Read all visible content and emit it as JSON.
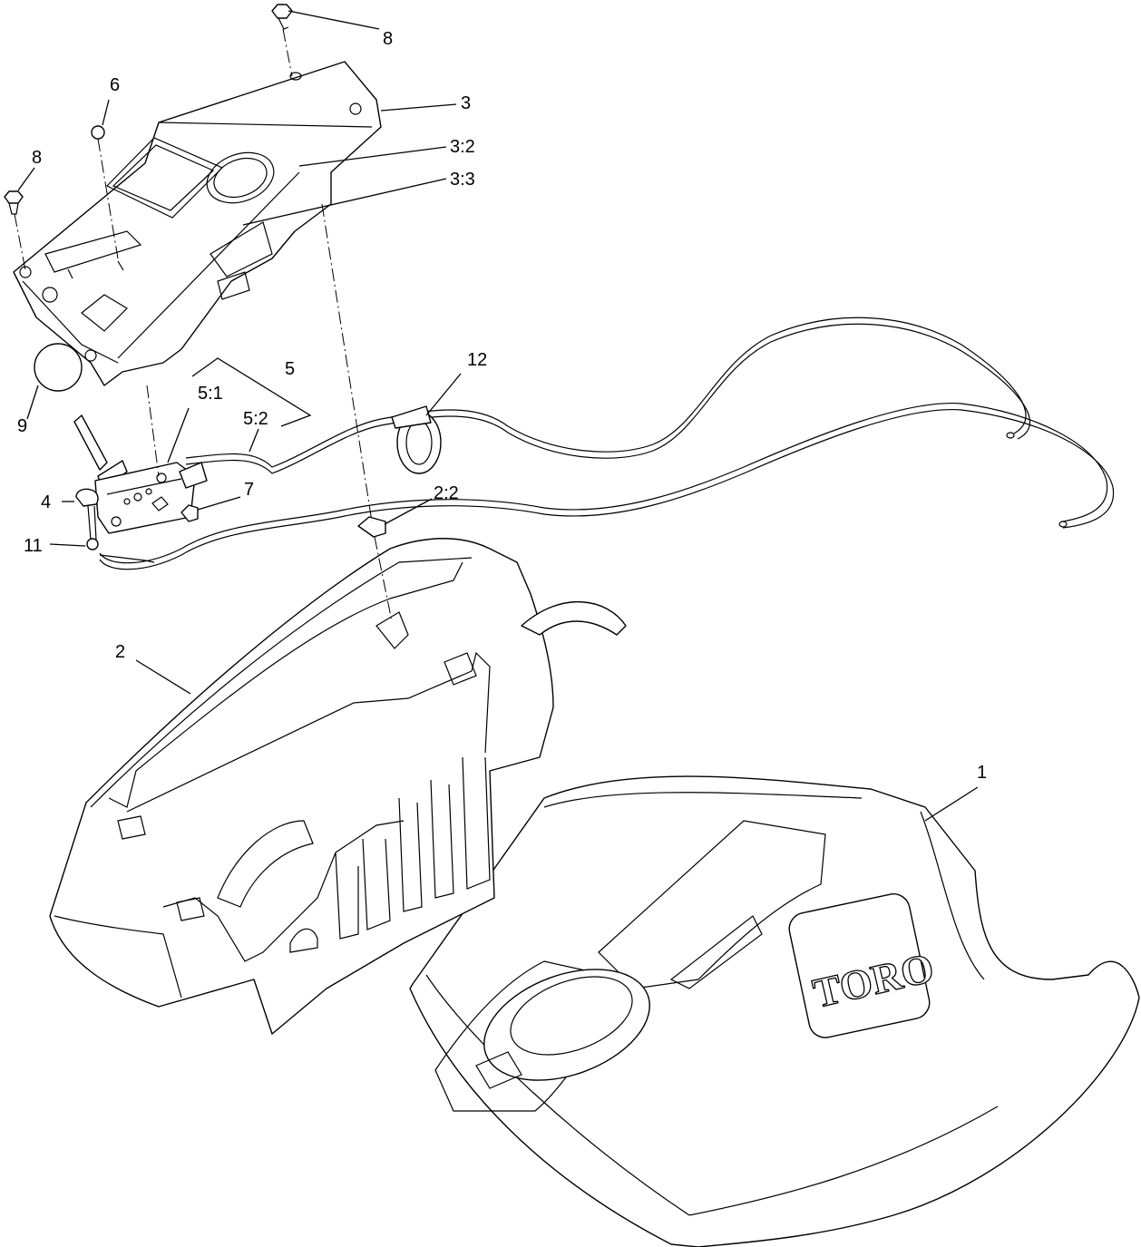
{
  "callouts": {
    "c1": "1",
    "c2": "2",
    "c2_2": "2:2",
    "c3": "3",
    "c3_2": "3:2",
    "c3_3": "3:3",
    "c4": "4",
    "c5": "5",
    "c5_1": "5:1",
    "c5_2": "5:2",
    "c6": "6",
    "c7": "7",
    "c8_top": "8",
    "c8_left": "8",
    "c9": "9",
    "c11": "11",
    "c12": "12"
  },
  "logo": {
    "text": "TORO"
  }
}
